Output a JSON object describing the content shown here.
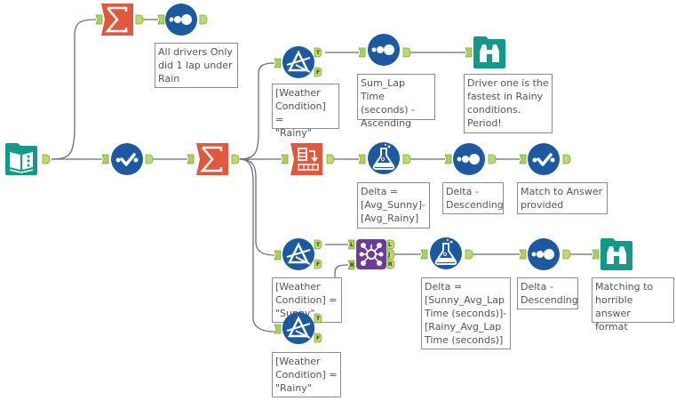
{
  "workflow": {
    "colors": {
      "input_teal": "#13998a",
      "summarize_orange": "#e0593f",
      "sort_blue": "#1b5aa0",
      "filter_blue": "#1b5aa0",
      "formula_blue": "#1b5aa0",
      "join_purple": "#6b3d97",
      "anchor_green": "#a9d25a",
      "wire_gray": "#6e6e6e"
    },
    "tools": [
      {
        "id": "input",
        "type": "input-data",
        "icon": "book-icon"
      },
      {
        "id": "select",
        "type": "select",
        "icon": "checkmark-icon"
      },
      {
        "id": "summarize-main",
        "type": "summarize",
        "icon": "sigma-icon"
      },
      {
        "id": "summarize-top",
        "type": "summarize",
        "icon": "sigma-icon"
      },
      {
        "id": "sort-top",
        "type": "sort",
        "icon": "dots-icon"
      },
      {
        "id": "filter-rainy-1",
        "type": "filter",
        "icon": "filter-prism-icon"
      },
      {
        "id": "sort-laptime",
        "type": "sort",
        "icon": "dots-icon"
      },
      {
        "id": "browse-1",
        "type": "browse",
        "icon": "binoculars-icon"
      },
      {
        "id": "crosstab",
        "type": "cross-tab",
        "icon": "crosstab-icon"
      },
      {
        "id": "formula-1",
        "type": "formula",
        "icon": "flask-icon"
      },
      {
        "id": "sort-delta-1",
        "type": "sort",
        "icon": "dots-icon"
      },
      {
        "id": "select-2",
        "type": "select",
        "icon": "checkmark-icon"
      },
      {
        "id": "filter-sunny",
        "type": "filter",
        "icon": "filter-prism-icon"
      },
      {
        "id": "filter-rainy-2",
        "type": "filter",
        "icon": "filter-prism-icon"
      },
      {
        "id": "join",
        "type": "join",
        "icon": "join-icon"
      },
      {
        "id": "formula-2",
        "type": "formula",
        "icon": "flask-icon"
      },
      {
        "id": "sort-delta-2",
        "type": "sort",
        "icon": "dots-icon"
      },
      {
        "id": "browse-2",
        "type": "browse",
        "icon": "binoculars-icon"
      }
    ],
    "anchor_labels": {
      "true": "T",
      "false": "F",
      "left": "L",
      "join": "J",
      "right": "R"
    },
    "annotations": {
      "all_drivers": "All drivers Only\ndid 1 lap under\nRain",
      "filter_rainy_1": "[Weather\nCondition] =\n\"Rainy\"",
      "sum_lap_time": "Sum_Lap Time\n(seconds) -\nAscending",
      "driver_one": "Driver one is the\nfastest in Rainy\nconditions.\nPeriod!",
      "delta_1": "Delta =\n[Avg_Sunny]-\n[Avg_Rainy]",
      "delta_desc_1": "Delta -\nDescending",
      "match_answer": "Match to Answer\nprovided",
      "filter_sunny": "[Weather\nCondition] =\n\"Sunny\"",
      "filter_rainy_2": "[Weather\nCondition] =\n\"Rainy\"",
      "delta_2": "Delta =\n[Sunny_Avg_Lap\nTime (seconds)]-\n[Rainy_Avg_Lap\nTime (seconds)]",
      "delta_desc_2": "Delta -\nDescending",
      "matching_horrible": "Matching to\nhorrible answer\nformat"
    }
  }
}
